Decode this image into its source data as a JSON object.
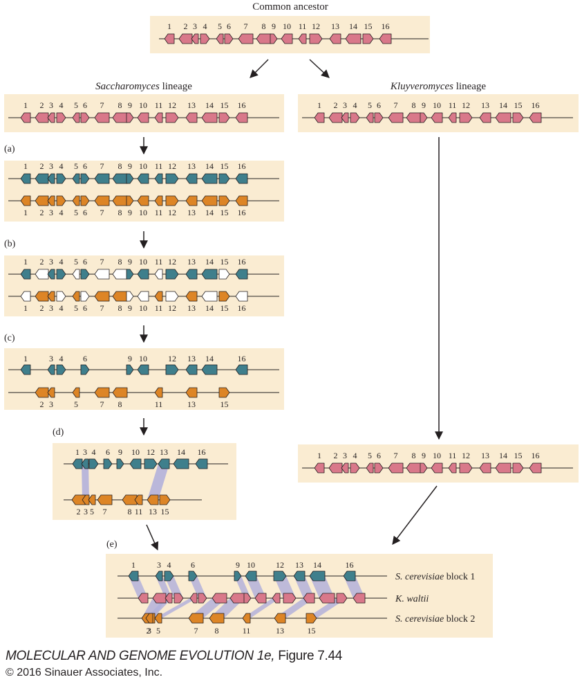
{
  "title": "Common ancestor",
  "lineages": {
    "saccharomyces": {
      "italic": "Saccharomyces",
      "suffix": " lineage"
    },
    "kluyveromyces": {
      "italic": "Kluyveromyces",
      "suffix": " lineage"
    }
  },
  "step_labels": [
    "(a)",
    "(b)",
    "(c)",
    "(d)",
    "(e)"
  ],
  "gene_labels": [
    "1",
    "2",
    "3",
    "4",
    "5",
    "6",
    "7",
    "8",
    "9",
    "10",
    "11",
    "12",
    "13",
    "14",
    "15",
    "16"
  ],
  "colors": {
    "ancestral": "#d9788a",
    "block1": "#3f7f8c",
    "block2": "#dd8526",
    "lost": "#ffffff",
    "panel": "#faecd2",
    "link": "#b3b1da",
    "stroke": "#231f20"
  },
  "rows": {
    "ancestor": {
      "genes": [
        "1",
        "2",
        "3",
        "4",
        "5",
        "6",
        "7",
        "8",
        "9",
        "10",
        "11",
        "12",
        "13",
        "14",
        "15",
        "16"
      ]
    },
    "sacch": {
      "genes": [
        "1",
        "2",
        "3",
        "4",
        "5",
        "6",
        "7",
        "8",
        "9",
        "10",
        "11",
        "12",
        "13",
        "14",
        "15",
        "16"
      ]
    },
    "kluy_top": {
      "genes": [
        "1",
        "2",
        "3",
        "4",
        "5",
        "6",
        "7",
        "8",
        "9",
        "10",
        "11",
        "12",
        "13",
        "14",
        "15",
        "16"
      ]
    },
    "a_top": {
      "genes": [
        "1",
        "2",
        "3",
        "4",
        "5",
        "6",
        "7",
        "8",
        "9",
        "10",
        "11",
        "12",
        "13",
        "14",
        "15",
        "16"
      ]
    },
    "a_bot": {
      "genes": [
        "1",
        "2",
        "3",
        "4",
        "5",
        "6",
        "7",
        "8",
        "9",
        "10",
        "11",
        "12",
        "13",
        "14",
        "15",
        "16"
      ]
    },
    "b_top": {
      "genes": [
        "1",
        "2",
        "3",
        "4",
        "5",
        "6",
        "7",
        "8",
        "9",
        "10",
        "11",
        "12",
        "13",
        "14",
        "15",
        "16"
      ],
      "kept": [
        "1",
        "3",
        "4",
        "6",
        "9",
        "10",
        "12",
        "13",
        "14",
        "16"
      ]
    },
    "b_bot": {
      "genes": [
        "1",
        "2",
        "3",
        "4",
        "5",
        "6",
        "7",
        "8",
        "9",
        "10",
        "11",
        "12",
        "13",
        "14",
        "15",
        "16"
      ],
      "kept": [
        "2",
        "3",
        "5",
        "7",
        "8",
        "11",
        "13",
        "15"
      ]
    },
    "c_top": {
      "genes": [
        "1",
        "3",
        "4",
        "6",
        "9",
        "10",
        "12",
        "13",
        "14",
        "16"
      ]
    },
    "c_bot": {
      "genes": [
        "2",
        "3",
        "5",
        "7",
        "8",
        "11",
        "13",
        "15"
      ]
    },
    "d_top": {
      "genes": [
        "1",
        "3",
        "4",
        "6",
        "9",
        "10",
        "12",
        "13",
        "14",
        "16"
      ]
    },
    "d_bot": {
      "genes": [
        "2",
        "3",
        "5",
        "7",
        "8",
        "11",
        "13",
        "15"
      ]
    },
    "kluy_bottom": {
      "genes": [
        "1",
        "2",
        "3",
        "4",
        "5",
        "6",
        "7",
        "8",
        "9",
        "10",
        "11",
        "12",
        "13",
        "14",
        "15",
        "16"
      ]
    },
    "e_block1": {
      "genes": [
        "1",
        "3",
        "4",
        "6",
        "9",
        "10",
        "12",
        "13",
        "14",
        "16"
      ]
    },
    "e_waltii": {
      "genes": [
        "1",
        "2",
        "3",
        "4",
        "5",
        "6",
        "7",
        "8",
        "9",
        "10",
        "11",
        "12",
        "13",
        "14",
        "15",
        "16"
      ]
    },
    "e_block2": {
      "genes": [
        "2",
        "3",
        "5",
        "7",
        "8",
        "11",
        "13",
        "15"
      ]
    }
  },
  "row_labels": [
    {
      "italic": "S. cerevisiae",
      "rest": " block 1"
    },
    {
      "italic": "K. waltii",
      "rest": ""
    },
    {
      "italic": "S. cerevisiae",
      "rest": " block 2"
    }
  ],
  "caption": {
    "book": "MOLECULAR AND GENOME EVOLUTION 1e",
    "figure": "Figure 7.44",
    "copyright": "© 2016 Sinauer Associates, Inc."
  }
}
